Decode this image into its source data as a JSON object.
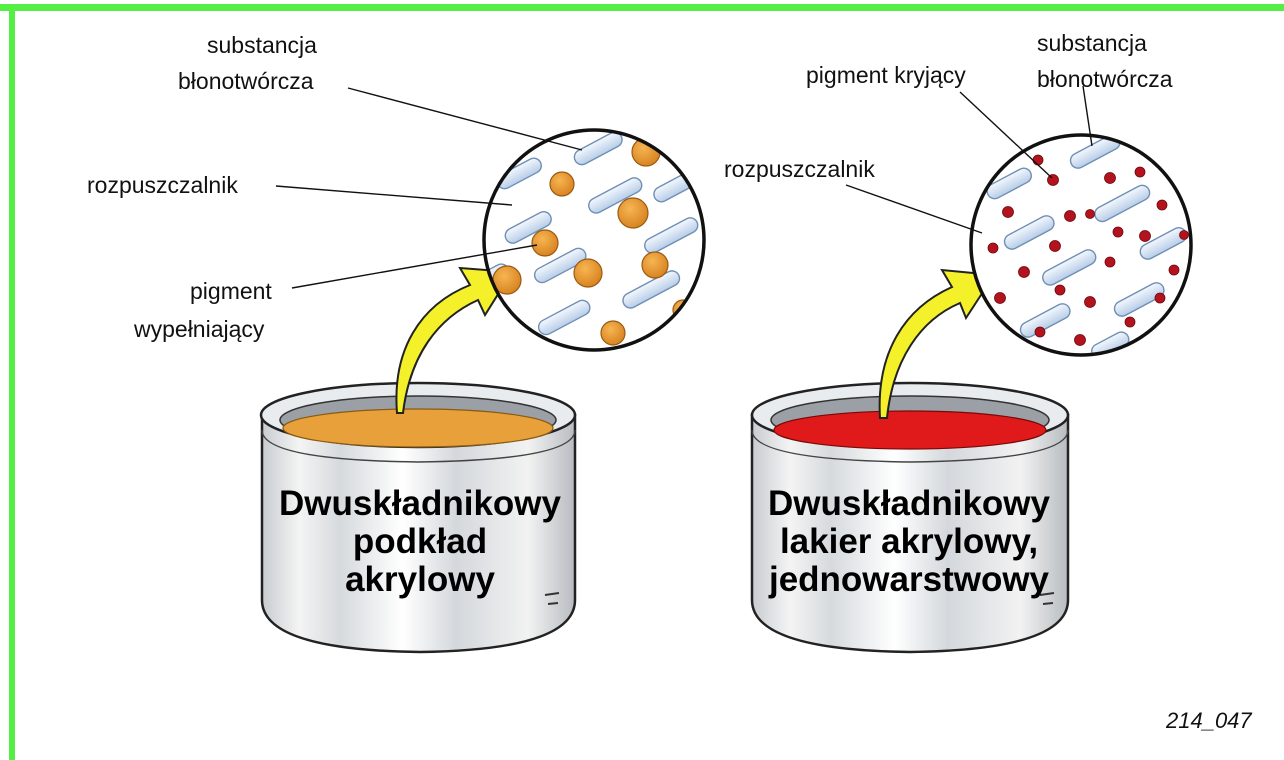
{
  "left": {
    "label_binder": [
      "substancja",
      "błonotwórcza"
    ],
    "label_solvent": "rozpuszczalnik",
    "label_pigment": [
      "pigment",
      "wypełniający"
    ],
    "can_title": [
      "Dwuskładnikowy",
      "podkład",
      "akrylowy"
    ],
    "paint_color": "#e8a13a",
    "pigment_color": "#e0902a"
  },
  "right": {
    "label_binder": [
      "substancja",
      "błonotwórcza"
    ],
    "label_solvent": "rozpuszczalnik",
    "label_pigment": "pigment kryjący",
    "can_title": [
      "Dwuskładnikowy",
      "lakier akrylowy,",
      "jednowarstwowy"
    ],
    "paint_color": "#e01a1a",
    "pigment_color": "#b4121c"
  },
  "figure_code": "214_047",
  "colors": {
    "frame": "#55ee44",
    "arrow": "#f4f02a",
    "binder_rod": "#c9dcf2"
  }
}
